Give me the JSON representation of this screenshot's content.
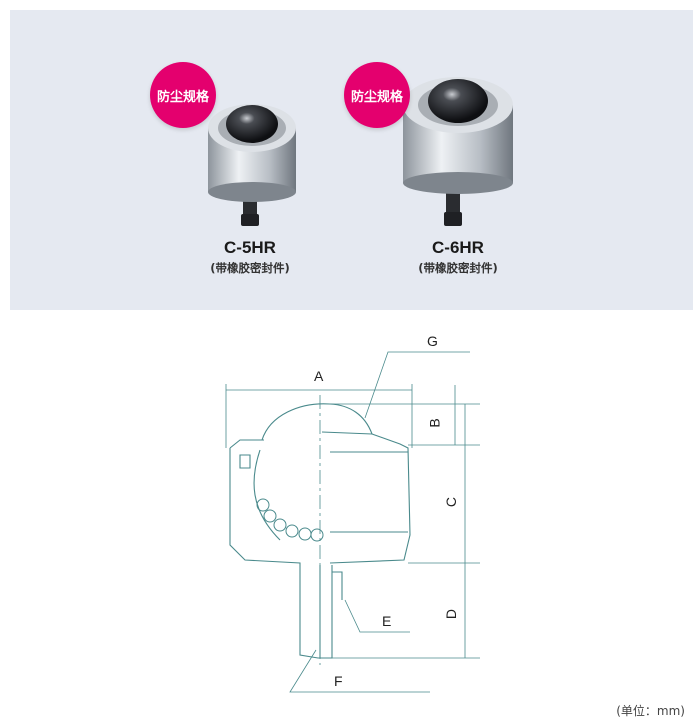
{
  "products": [
    {
      "badge": "防尘规格",
      "model": "C-5HR",
      "note": "(带橡胶密封件)"
    },
    {
      "badge": "防尘规格",
      "model": "C-6HR",
      "note": "(带橡胶密封件)"
    }
  ],
  "drawing": {
    "labels": {
      "a": "A",
      "b": "B",
      "c": "C",
      "d": "D",
      "e": "E",
      "f": "F",
      "g": "G"
    },
    "units": "(单位：mm)"
  },
  "colors": {
    "panel": "#e5e9f1",
    "badge": "#e4006e",
    "line": "#4a8a8c"
  }
}
